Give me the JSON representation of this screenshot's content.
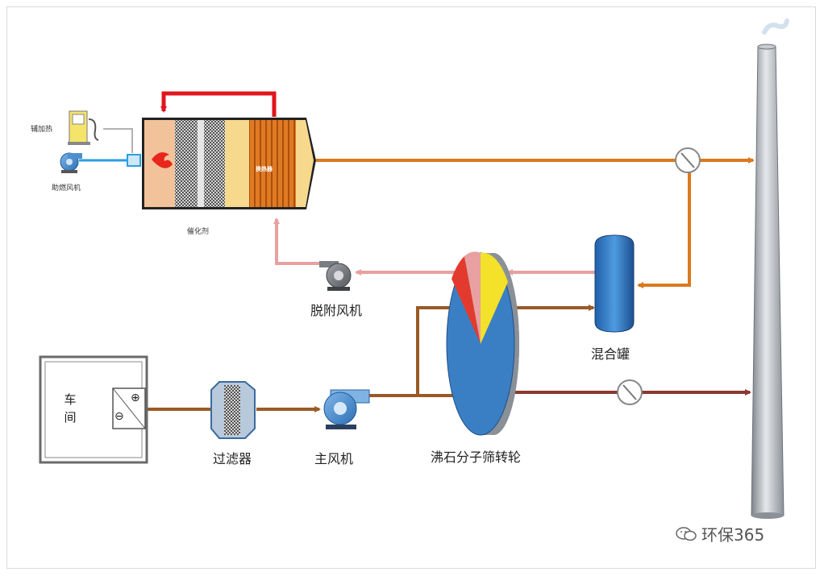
{
  "labels": {
    "aux_heater": "辅加热",
    "combustion_fan": "助燃风机",
    "catalyst": "催化剂",
    "heat_exchanger": "换热器",
    "desorption_fan": "脱附风机",
    "mixing_tank": "混合罐",
    "workshop": "车间",
    "filter": "过滤器",
    "main_fan": "主风机",
    "zeolite_wheel": "沸石分子筛转轮"
  },
  "symbols": {
    "plus": "⊕",
    "minus": "⊖"
  },
  "watermark": {
    "icon": "wechat-icon",
    "text": "环保365"
  },
  "colors": {
    "orange_flow": "#d97a1e",
    "brown_flow": "#9a5a26",
    "dark_red_flow": "#8a3a30",
    "pink_flow": "#e8a0a0",
    "red_loop": "#e0161c",
    "blue_line": "#2a9fe0",
    "stack_gray": "#a8adb3",
    "wheel_blue": "#3a7fc4"
  }
}
